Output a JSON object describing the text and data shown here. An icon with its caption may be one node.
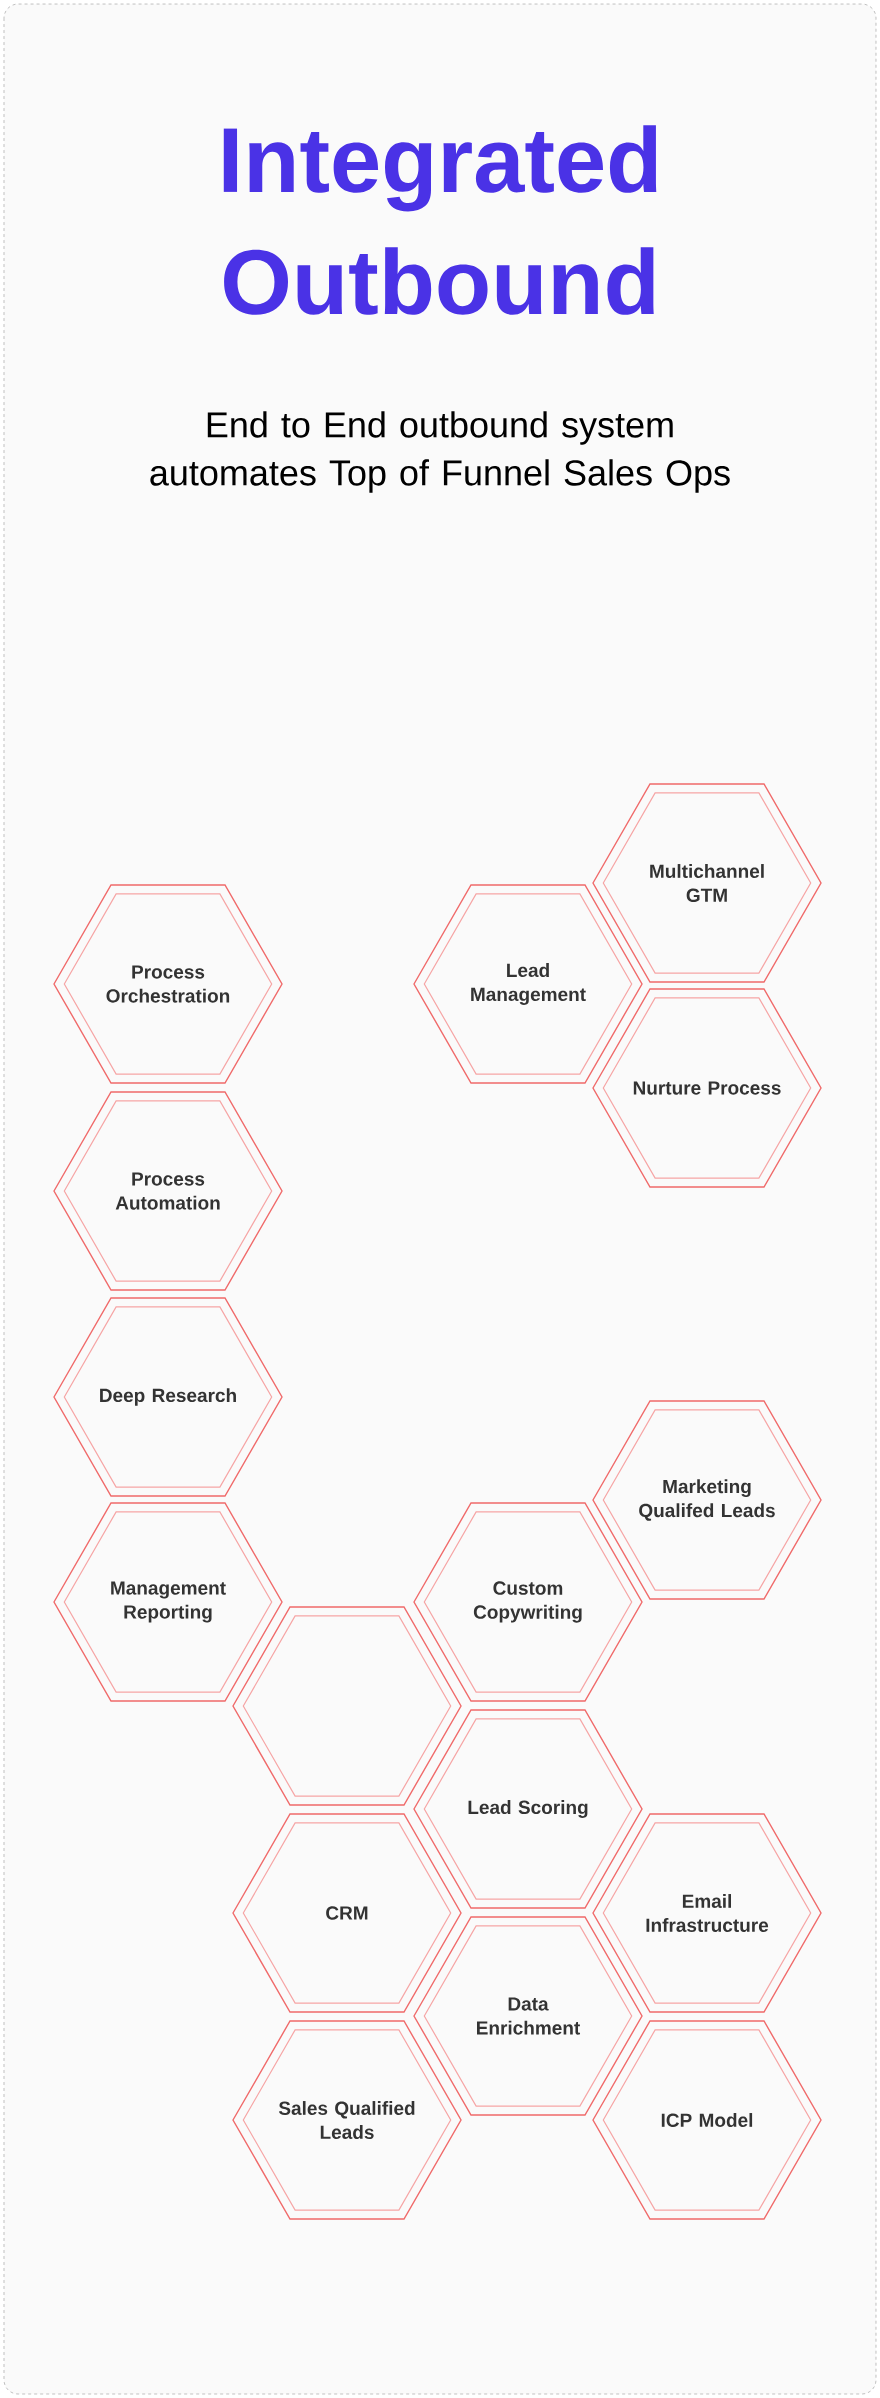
{
  "diagram": {
    "title": "Integrated Outbound",
    "nodes": [
      {
        "text": [
          "Multichannel GTM"
        ]
      },
      {
        "text": [
          "Process Orchestration"
        ]
      },
      {
        "text": [
          "Lead Management"
        ]
      },
      {
        "text": [
          "Nurture Process"
        ]
      },
      {
        "text": [
          "Process Automation"
        ]
      },
      {
        "text": [
          "Deep Research"
        ]
      },
      {
        "text": [
          "Marketing Qualifed Leads"
        ]
      },
      {
        "text": [
          "Management Reporting"
        ]
      },
      {
        "text": [
          "Custom Copywriting"
        ]
      },
      {
        "text": [],
        "shape": "hexagon"
      },
      {
        "text": [
          "Lead Scoring"
        ]
      },
      {
        "text": [
          "CRM"
        ]
      },
      {
        "text": [
          "Email Infrastructure"
        ]
      },
      {
        "text": [
          "Data Enrichment"
        ]
      },
      {
        "text": [
          "Sales Qualified Leads"
        ]
      },
      {
        "text": [
          "ICP Model"
        ]
      }
    ],
    "labels": [
      "End to End outbound system automates Top of Funnel Sales Ops"
    ]
  }
}
